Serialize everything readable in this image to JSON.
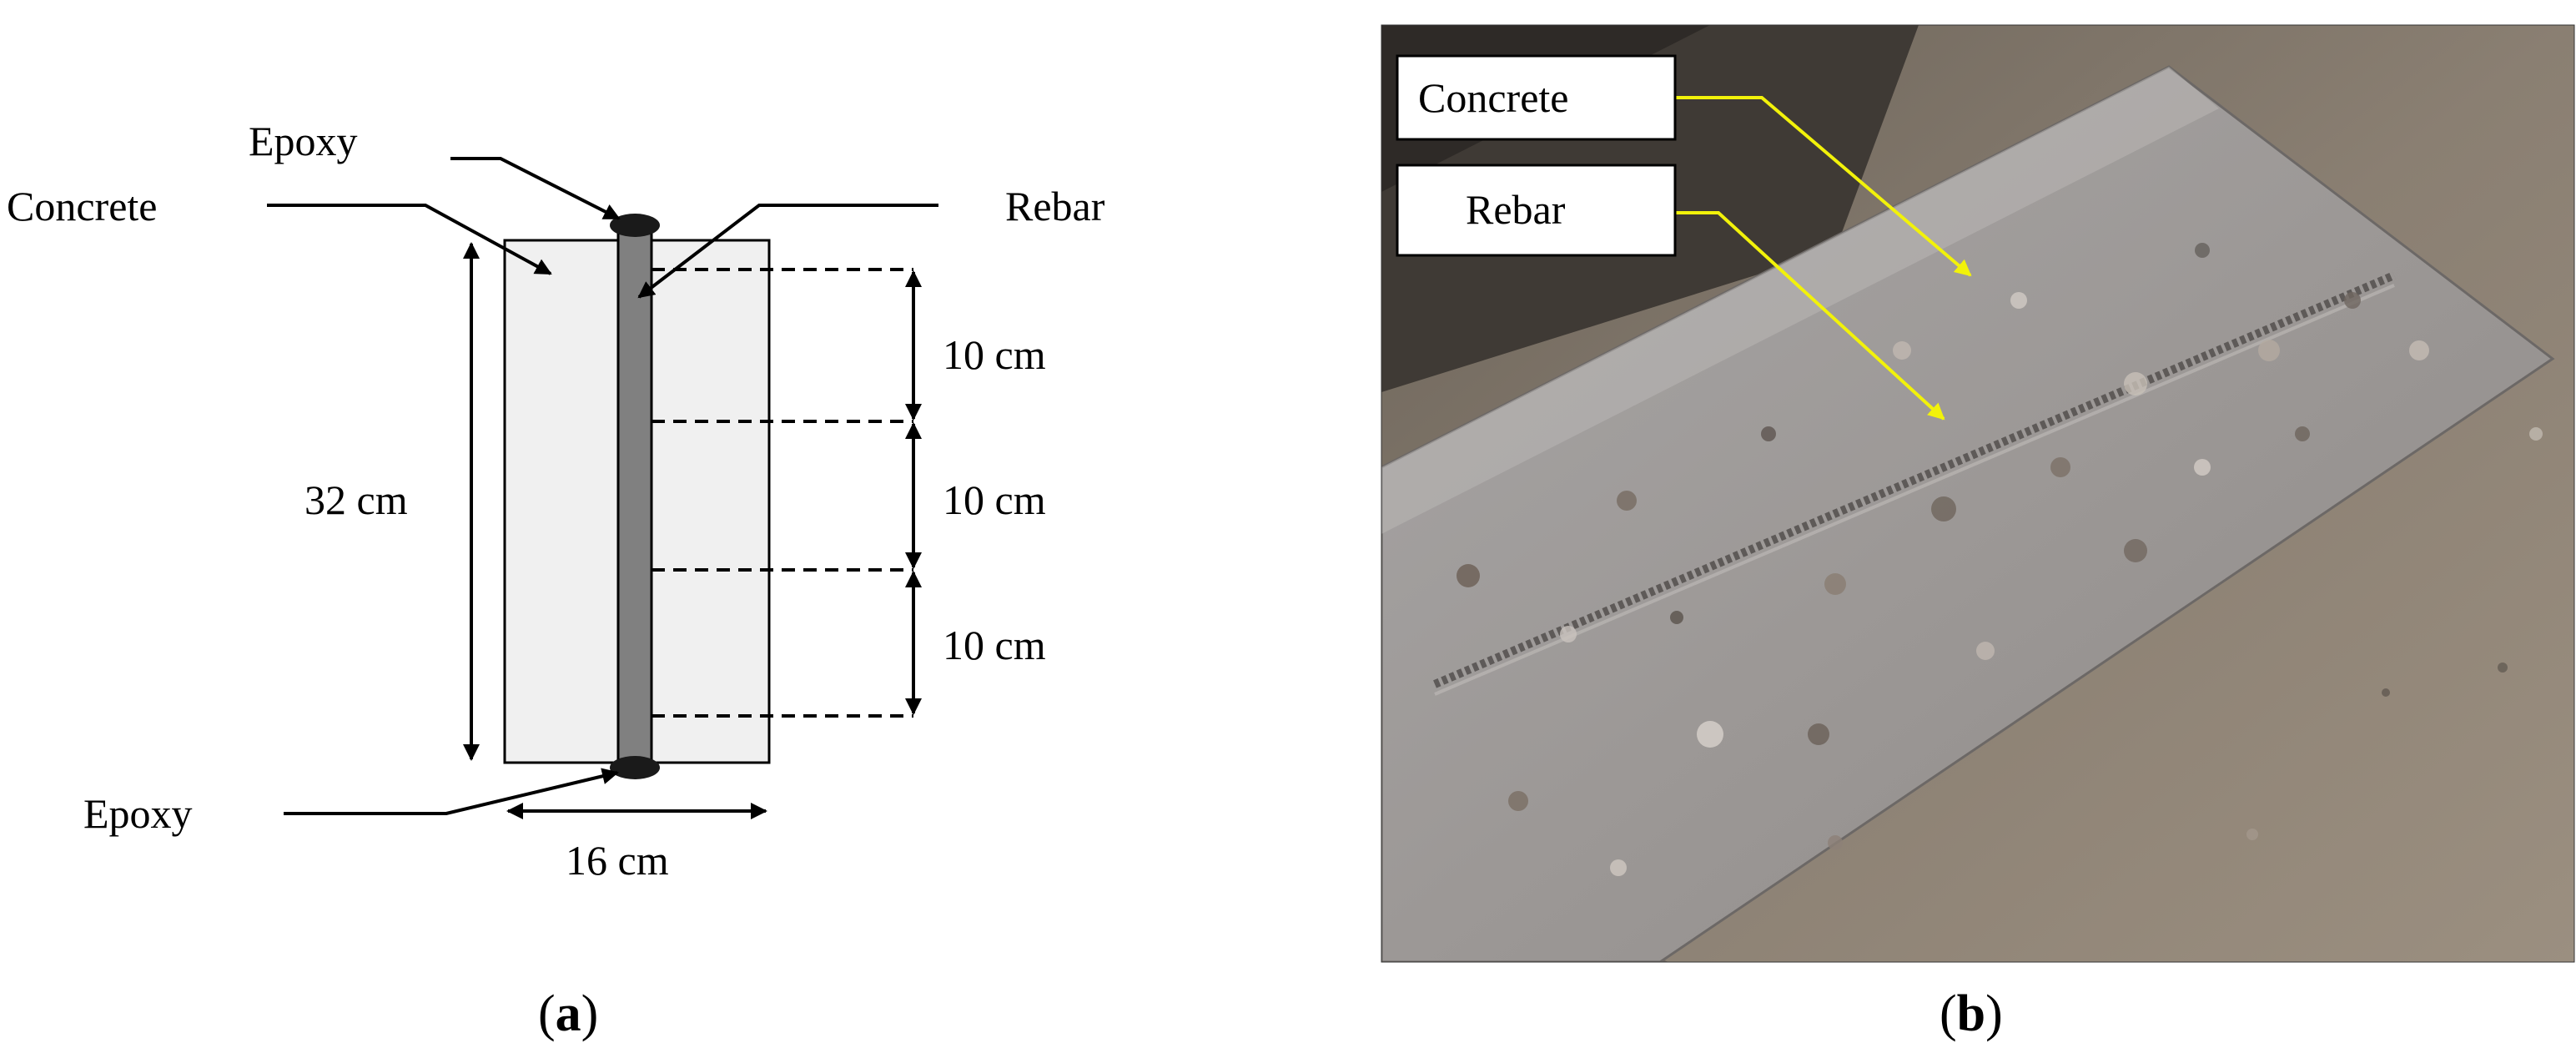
{
  "panel_a": {
    "caption": "(a)",
    "caption_letter": "a",
    "labels": {
      "epoxy_top": "Epoxy",
      "concrete": "Concrete",
      "rebar": "Rebar",
      "height": "32 cm",
      "segment_1": "10 cm",
      "segment_2": "10 cm",
      "segment_3": "10 cm",
      "epoxy_bottom": "Epoxy",
      "width": "16 cm"
    },
    "colors": {
      "concrete_fill": "#f0f0f0",
      "rebar_fill": "#808080",
      "epoxy_fill": "#1a1a1a"
    }
  },
  "panel_b": {
    "caption": "(b)",
    "caption_letter": "b",
    "labels": {
      "concrete": "Concrete",
      "rebar": "Rebar"
    },
    "colors": {
      "arrow": "#f2f20a"
    }
  }
}
